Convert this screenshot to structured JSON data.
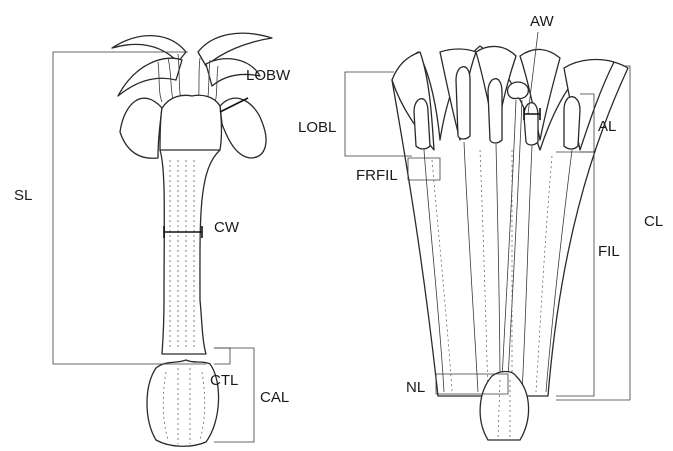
{
  "labels": {
    "sl": "SL",
    "lobw": "LOBW",
    "cw": "CW",
    "ctl": "CTL",
    "cal": "CAL",
    "aw": "AW",
    "lobl": "LOBL",
    "al": "AL",
    "frfil": "FRFIL",
    "fil": "FIL",
    "cl": "CL",
    "nl": "NL"
  }
}
